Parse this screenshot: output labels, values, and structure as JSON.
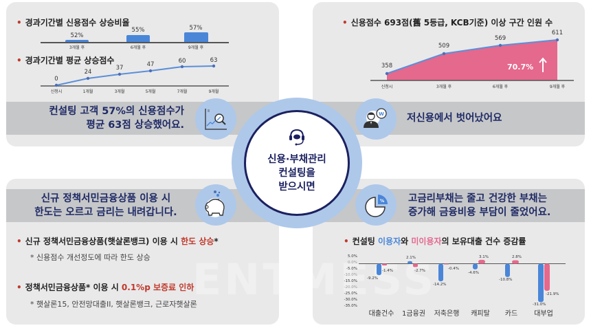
{
  "top_left": {
    "title1": "경과기간별 신용점수 상승비율",
    "title2": "경과기간별 평균 상승점수",
    "band_line1": "컨설팅 고객 57%의 신용점수가",
    "band_line2": "평균 63점 상승했어요.",
    "icon": "chart-magnifier-icon"
  },
  "top_right": {
    "title": "신용점수 693점(舊 5등급, KCB기준) 이상 구간 인원 수",
    "increase_label": "70.7%",
    "band_text": "저신용에서 벗어났어요",
    "icon": "person-won-bubble-icon"
  },
  "center": {
    "line1": "신용·부채관리",
    "line2": "컨설팅을",
    "line3": "받으시면",
    "icon": "headset-icon"
  },
  "bottom_left": {
    "band_line1": "신규 정책서민금융상품 이용 시",
    "band_line2": "한도는 오르고 금리는 내려갑니다.",
    "icon": "piggy-bank-icon",
    "item1_prefix": "신규 정책서민금융상품(햇살론뱅크) 이용 시 ",
    "item1_highlight": "한도 상승",
    "item1_suffix": "*",
    "item1_note": "* 신용점수 개선정도에 따라 한도 상승",
    "item2_prefix": "정책서민금융상품* 이용 시 ",
    "item2_highlight": "0.1%p 보증료 인하",
    "item2_note": "* 햇살론15, 안전망대출II, 햇살론뱅크, 근로자햇살론"
  },
  "bottom_right": {
    "band_line1": "고금리부채는 줄고 건강한 부채는",
    "band_line2": "증가해 금융비용 부담이 줄었어요.",
    "icon": "pie-percent-icon",
    "title_prefix": "컨설팅 ",
    "title_user": "이용자",
    "title_mid": "와 ",
    "title_nonuser": "미이용자",
    "title_suffix": "의 보유대출 건수 증감률"
  },
  "watermark": "ENTMESS",
  "colors": {
    "navy": "#1e2a66",
    "bar_blue": "#4a86d8",
    "area_pink": "#e5688d",
    "panel": "#e9e9ea",
    "band": "#c6c7c8",
    "icon_circle": "#aec8ea",
    "accent_red": "#c0392b"
  },
  "chart_data": [
    {
      "type": "bar",
      "title": "경과기간별 신용점수 상승비율",
      "categories": [
        "3개월 후",
        "6개월 후",
        "9개월 후"
      ],
      "values": [
        52,
        55,
        57
      ],
      "labels": [
        "52%",
        "55%",
        "57%"
      ],
      "xlabel": "",
      "ylabel": ""
    },
    {
      "type": "line",
      "title": "경과기간별 평균 상승점수",
      "categories": [
        "신청시",
        "1개월",
        "3개월",
        "5개월",
        "7개월",
        "9개월"
      ],
      "values": [
        0,
        24,
        37,
        47,
        60,
        63
      ],
      "xlabel": "",
      "ylabel": ""
    },
    {
      "type": "area",
      "title": "신용점수 693점(舊 5등급, KCB기준) 이상 구간 인원 수",
      "categories": [
        "신청시",
        "3개월 후",
        "6개월 후",
        "9개월 후"
      ],
      "values": [
        358,
        509,
        569,
        611
      ],
      "annotation": "70.7% ↑"
    },
    {
      "type": "bar",
      "title": "컨설팅 이용자와 미이용자의 보유대출 건수 증감률",
      "categories": [
        "대출건수",
        "1금융권",
        "저축은행",
        "캐피탈",
        "카드",
        "대부업"
      ],
      "series": [
        {
          "name": "이용자",
          "values": [
            -9.2,
            2.1,
            -14.2,
            -4.6,
            -10.8,
            -31.0
          ],
          "labels": [
            "-9.2%",
            "2.1%",
            "-14.2%",
            "-4.6%",
            "-10.8%",
            "-31.0%"
          ]
        },
        {
          "name": "미이용자",
          "values": [
            -1.4,
            -2.7,
            -0.4,
            3.1,
            2.8,
            -21.9
          ],
          "labels": [
            "-1.4%",
            "-2.7%",
            "-0.4%",
            "3.1%",
            "2.8%",
            "-21.9%"
          ]
        }
      ],
      "yticks": [
        "5.0%",
        "0.0%",
        "-5.0%",
        "-10.0%",
        "-15.0%",
        "-20.0%",
        "-25.0%",
        "-30.0%",
        "-35.0%"
      ],
      "ylim": [
        -35,
        5
      ],
      "legend": "inline in title"
    }
  ]
}
